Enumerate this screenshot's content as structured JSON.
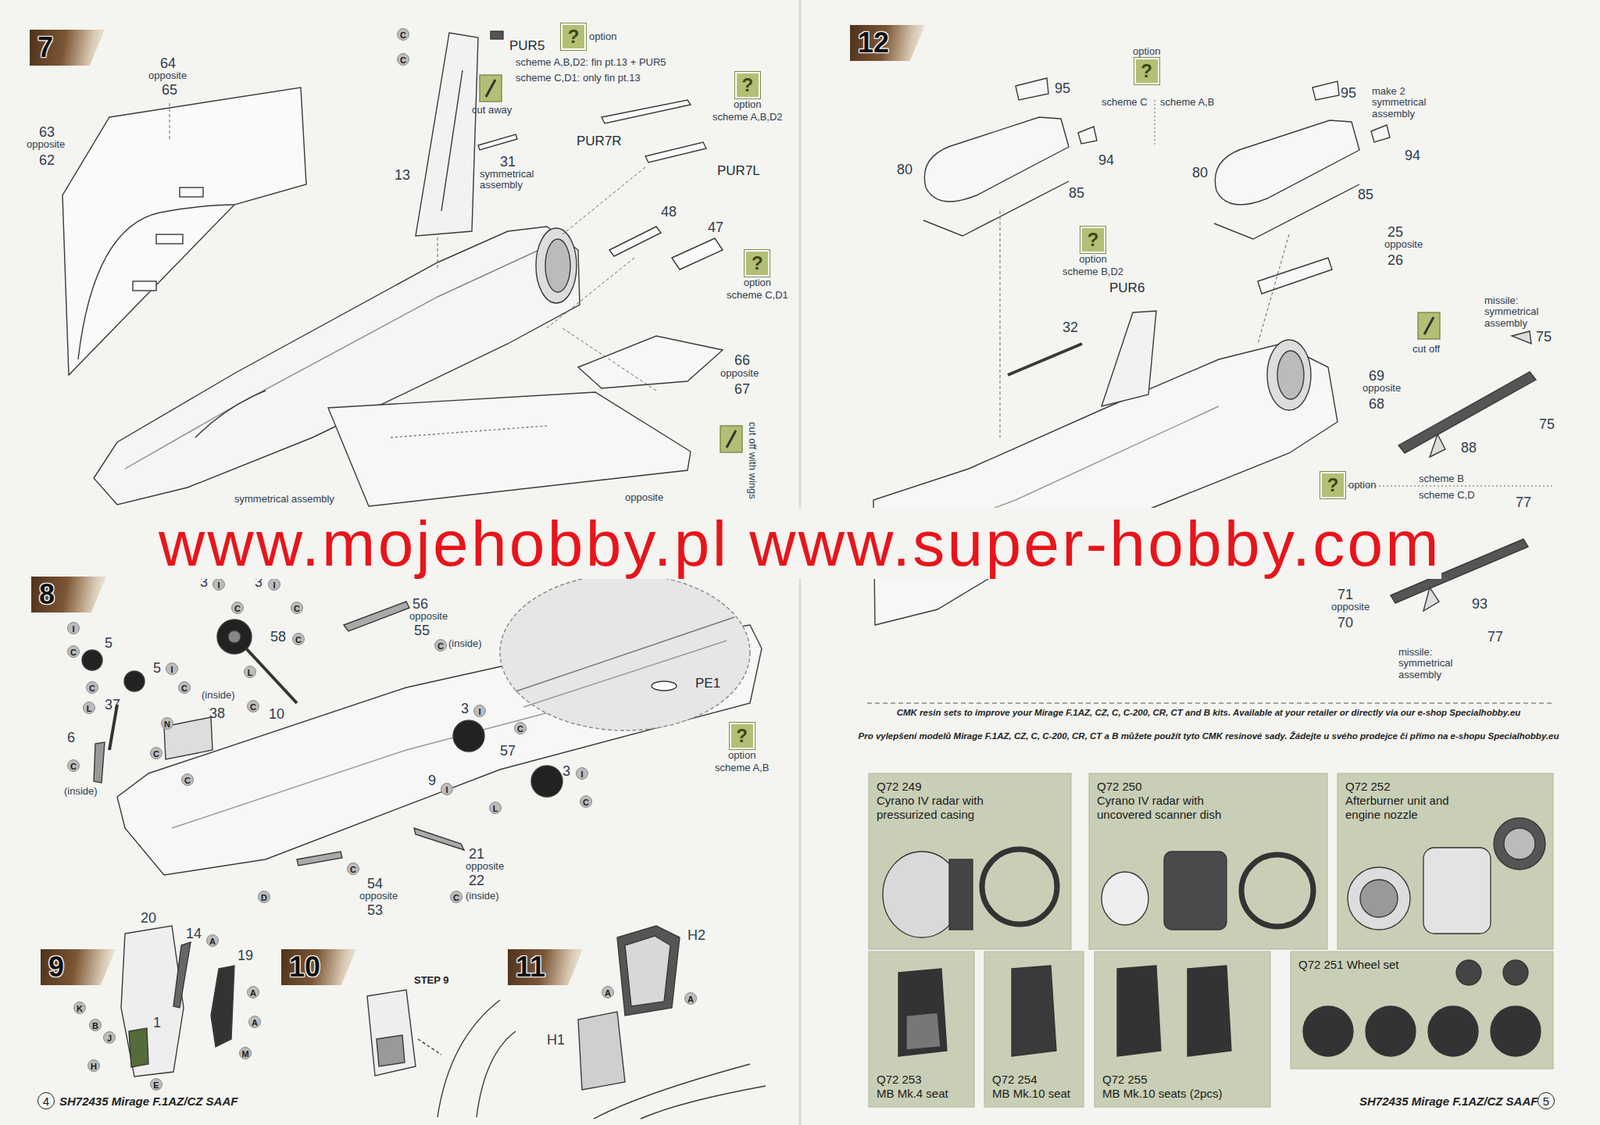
{
  "diagram": {
    "nodes": [
      {
        "text": [
          "7"
        ]
      },
      {
        "text": [
          "?",
          "option"
        ]
      },
      {
        "text": [
          "?",
          "option",
          "scheme A,B,D2"
        ]
      },
      {
        "text": [
          "?",
          "option",
          "scheme C,D1"
        ]
      },
      {
        "text": [
          "8"
        ]
      },
      {
        "text": [
          "?",
          "option",
          "scheme A,B"
        ]
      },
      {
        "text": [
          "9"
        ]
      },
      {
        "text": [
          "10"
        ]
      },
      {
        "text": [
          "11"
        ]
      },
      {
        "text": [
          "12"
        ]
      },
      {
        "text": [
          "?",
          "option"
        ]
      },
      {
        "text": [
          "?",
          "option",
          "scheme B,D2"
        ]
      },
      {
        "text": [
          "?",
          "option"
        ]
      },
      {
        "text": [
          "Q72 249",
          "Cyrano IV radar with pressurized casing"
        ]
      },
      {
        "text": [
          "Q72 250",
          "Cyrano IV radar with uncovered scanner dish"
        ]
      },
      {
        "text": [
          "Q72 252",
          "Afterburner unit and engine nozzle"
        ]
      },
      {
        "text": [
          "Q72 253",
          "MB Mk.4 seat"
        ]
      },
      {
        "text": [
          "Q72 254",
          "MB Mk.10 seat"
        ]
      },
      {
        "text": [
          "Q72 255",
          "MB Mk.10 seats (2pcs)"
        ]
      },
      {
        "text": [
          "Q72 251 Wheel set"
        ]
      }
    ],
    "labels": [
      "64",
      "opposite",
      "65",
      "63",
      "opposite",
      "62",
      "PUR5",
      "scheme A,B,D2: fin pt.13 + PUR5",
      "scheme C,D1: only fin pt.13",
      "cut away",
      "13",
      "31",
      "symmetrical assembly",
      "PUR7R",
      "PUR7L",
      "48",
      "47",
      "66",
      "opposite",
      "67",
      "symmetrical assembly",
      "cut off with wings",
      "opposite",
      "C",
      "C",
      "3",
      "I",
      "3",
      "I",
      "C",
      "C",
      "I",
      "C",
      "5",
      "5",
      "I",
      "C",
      "C",
      "L",
      "37",
      "N",
      "C",
      "6",
      "C",
      "(inside)",
      "L",
      "C",
      "(inside)",
      "38",
      "C",
      "58",
      "C",
      "10",
      "56",
      "opposite",
      "C",
      "55",
      "(inside)",
      "3",
      "I",
      "C",
      "57",
      "3",
      "I",
      "C",
      "9",
      "I",
      "L",
      "21",
      "opposite",
      "22",
      "C",
      "(inside)",
      "54",
      "C",
      "opposite",
      "53",
      "D",
      "PE1",
      "20",
      "14",
      "A",
      "19",
      "A",
      "A",
      "M",
      "K",
      "B",
      "J",
      "H",
      "1",
      "E",
      "STEP 9",
      "H2",
      "H1",
      "A",
      "A",
      "scheme C",
      "scheme A,B",
      "95",
      "94",
      "80",
      "85",
      "95",
      "make 2 symmetrical assembly",
      "94",
      "80",
      "85",
      "25",
      "opposite",
      "26",
      "PUR6",
      "32",
      "missile: symmetrical assembly",
      "75",
      "cut off",
      "69",
      "opposite",
      "68",
      "75",
      "88",
      "scheme B",
      "scheme C,D",
      "77",
      "71",
      "opposite",
      "70",
      "93",
      "77",
      "missile: symmetrical assembly",
      "CMK resin sets to improve your Mirage F.1AZ, CZ, C, C-200, CR, CT and B kits. Available at your retailer or directly via our e-shop Specialhobby.eu",
      "Pro vylepšení modelů Mirage F.1AZ, CZ, C, C-200, CR, CT a B můžete použít tyto CMK resinové sady. Žádejte u svého prodejce či přímo na e-shopu Specialhobby.eu",
      "4",
      "SH72435 Mirage F.1AZ/CZ SAAF",
      "SH72435 Mirage F.1AZ/CZ SAAF",
      "5",
      "www.mojehobby.pl www.super-hobby.com"
    ]
  }
}
